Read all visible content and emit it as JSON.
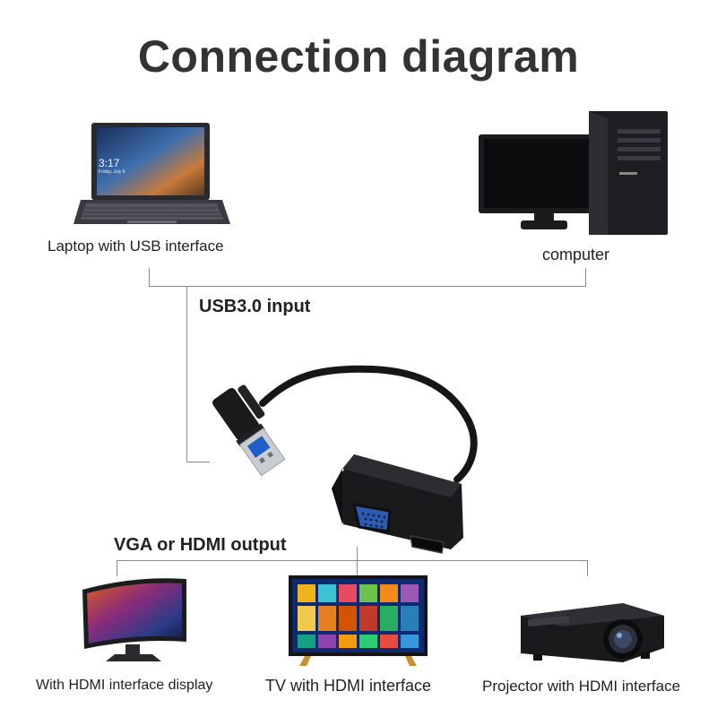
{
  "title": "Connection diagram",
  "sources": {
    "laptop_label": "Laptop with USB interface",
    "computer_label": "computer"
  },
  "input_label": "USB3.0 input",
  "output_label": "VGA or HDMI output",
  "outputs": {
    "display_label": "With HDMI interface display",
    "tv_label": "TV with HDMI interface",
    "projector_label": "Projector with HDMI interface"
  },
  "laptop_screen": {
    "time": "3:17",
    "date": "Friday, July 5"
  },
  "colors": {
    "line": "#8a8a8a",
    "device_black": "#1c1c1e",
    "title": "#333333"
  },
  "icons": [
    "laptop-icon",
    "desktop-computer-icon",
    "usb-adapter-icon",
    "curved-monitor-icon",
    "tv-icon",
    "projector-icon"
  ]
}
